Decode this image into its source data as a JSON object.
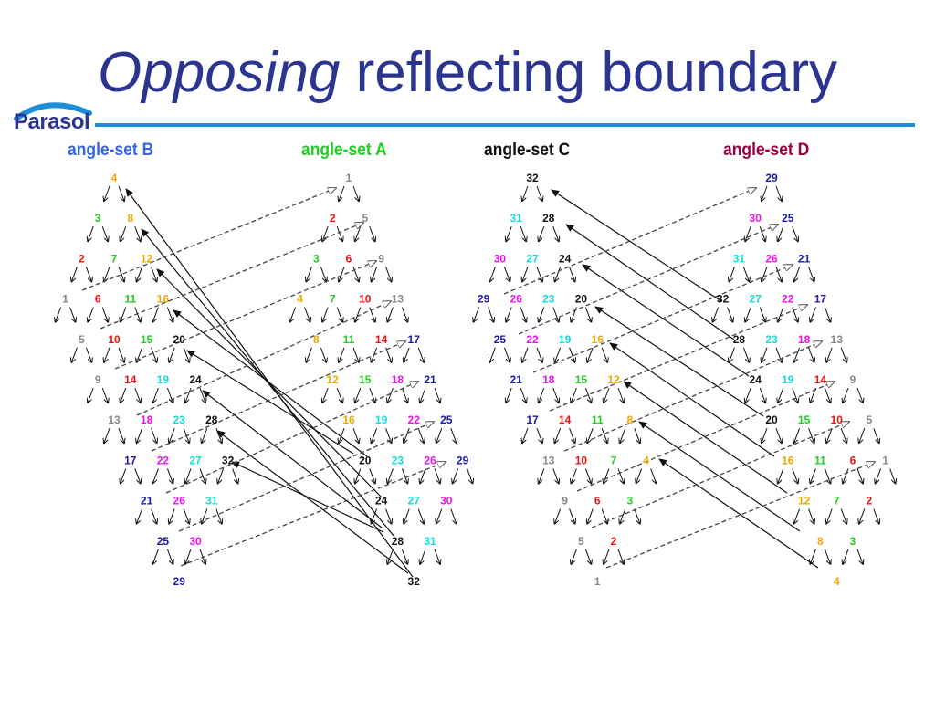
{
  "title": {
    "italic": "Opposing",
    "rest": " reflecting boundary"
  },
  "logo": {
    "text": "Parasol"
  },
  "colors": {
    "title": "#2b3590",
    "rule": "#1e8fd6",
    "label_b": "#3366dd",
    "label_a": "#22cc22",
    "label_c": "#111111",
    "label_d": "#990044"
  },
  "angle_sets": [
    {
      "name": "angle-set B",
      "color": "#3366dd"
    },
    {
      "name": "angle-set A",
      "color": "#22cc22"
    },
    {
      "name": "angle-set C",
      "color": "#111111"
    },
    {
      "name": "angle-set D",
      "color": "#990044"
    }
  ],
  "value_colors": {
    "1": "#888888",
    "5": "#888888",
    "9": "#888888",
    "13": "#888888",
    "2": "#ee1111",
    "6": "#ee1111",
    "10": "#ee1111",
    "14": "#ee1111",
    "3": "#22cc22",
    "7": "#22cc22",
    "11": "#22cc22",
    "15": "#22cc22",
    "4": "#f0a800",
    "8": "#f0a800",
    "12": "#f0a800",
    "16": "#f0a800",
    "17": "#1a1aaa",
    "21": "#1a1aaa",
    "25": "#1a1aaa",
    "29": "#1a1aaa",
    "18": "#ee11ee",
    "22": "#ee11ee",
    "26": "#ee11ee",
    "30": "#ee11ee",
    "19": "#11dddd",
    "23": "#11dddd",
    "27": "#11dddd",
    "31": "#11dddd",
    "20": "#111111",
    "24": "#111111",
    "28": "#111111",
    "32": "#111111"
  },
  "grids": [
    {
      "id": "B",
      "rows": [
        [
          "4"
        ],
        [
          "3",
          "8"
        ],
        [
          "2",
          "7",
          "12"
        ],
        [
          "1",
          "6",
          "11",
          "16"
        ],
        [
          "5",
          "10",
          "15",
          "20"
        ],
        [
          "9",
          "14",
          "19",
          "24"
        ],
        [
          "13",
          "18",
          "23",
          "28"
        ],
        [
          "17",
          "22",
          "27",
          "32"
        ],
        [
          "21",
          "26",
          "31"
        ],
        [
          "25",
          "30"
        ],
        [
          "29"
        ]
      ]
    },
    {
      "id": "A",
      "rows": [
        [
          "1"
        ],
        [
          "2",
          "5"
        ],
        [
          "3",
          "6",
          "9"
        ],
        [
          "4",
          "7",
          "10",
          "13"
        ],
        [
          "8",
          "11",
          "14",
          "17"
        ],
        [
          "12",
          "15",
          "18",
          "21"
        ],
        [
          "16",
          "19",
          "22",
          "25"
        ],
        [
          "20",
          "23",
          "26",
          "29"
        ],
        [
          "24",
          "27",
          "30"
        ],
        [
          "28",
          "31"
        ],
        [
          "32"
        ]
      ]
    },
    {
      "id": "C",
      "rows": [
        [
          "32"
        ],
        [
          "31",
          "28"
        ],
        [
          "30",
          "27",
          "24"
        ],
        [
          "29",
          "26",
          "23",
          "20"
        ],
        [
          "25",
          "22",
          "19",
          "16"
        ],
        [
          "21",
          "18",
          "15",
          "12"
        ],
        [
          "17",
          "14",
          "11",
          "8"
        ],
        [
          "13",
          "10",
          "7",
          "4"
        ],
        [
          "9",
          "6",
          "3"
        ],
        [
          "5",
          "2"
        ],
        [
          "1"
        ]
      ]
    },
    {
      "id": "D",
      "rows": [
        [
          "29"
        ],
        [
          "30",
          "25"
        ],
        [
          "31",
          "26",
          "21"
        ],
        [
          "32",
          "27",
          "22",
          "17"
        ],
        [
          "28",
          "23",
          "18",
          "13"
        ],
        [
          "24",
          "19",
          "14",
          "9"
        ],
        [
          "20",
          "15",
          "10",
          "5"
        ],
        [
          "16",
          "11",
          "6",
          "1"
        ],
        [
          "12",
          "7",
          "2"
        ],
        [
          "8",
          "3"
        ],
        [
          "4"
        ]
      ]
    }
  ]
}
